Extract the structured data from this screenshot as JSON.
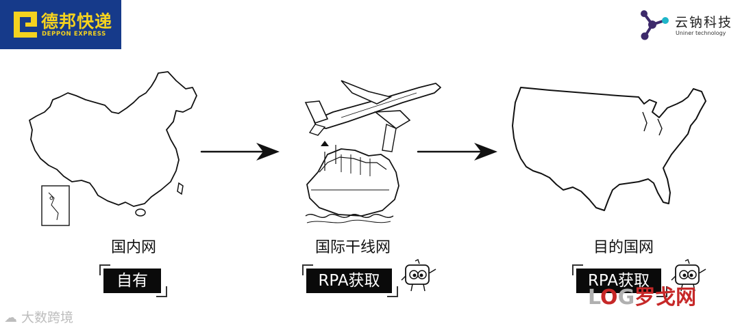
{
  "logos": {
    "deppon_cn": "德邦快递",
    "deppon_en": "DEPPON EXPRESS",
    "uniner_cn": "云钠科技",
    "uniner_en": "Uniner technology"
  },
  "stages": [
    {
      "label": "国内网",
      "tag": "自有"
    },
    {
      "label": "国际干线网",
      "tag": "RPA获取"
    },
    {
      "label": "目的国网",
      "tag": "RPA获取"
    }
  ],
  "watermarks": {
    "dashukuajing": "大数跨境",
    "log_prefix": "L",
    "log_o": "O",
    "log_g": "G",
    "log_suffix": "罗戈网"
  },
  "colors": {
    "deppon_blue": "#163a8a",
    "deppon_yellow": "#f4d21f",
    "uniner_purple": "#3d2a6b",
    "tag_bg": "#0a0a0a",
    "log_red": "#c62828"
  }
}
